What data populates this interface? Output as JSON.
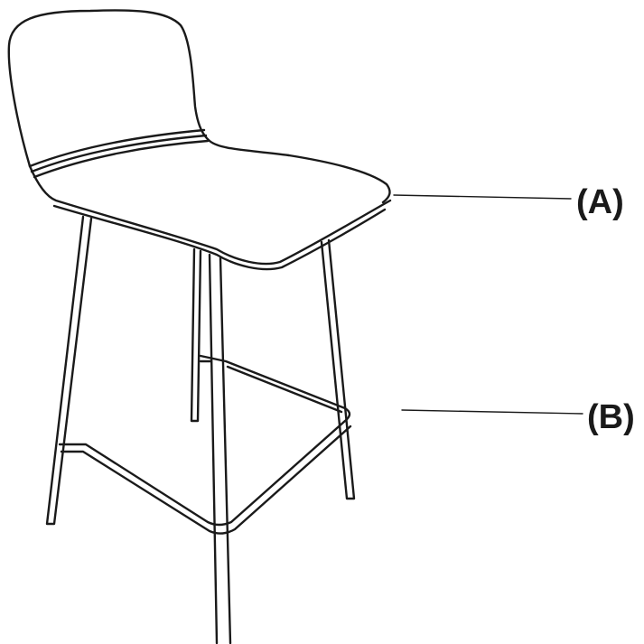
{
  "callouts": [
    {
      "id": "A",
      "label": "(A)"
    },
    {
      "id": "B",
      "label": "(B)"
    }
  ],
  "colors": {
    "stroke": "#1a1a1a",
    "background": "#ffffff"
  }
}
